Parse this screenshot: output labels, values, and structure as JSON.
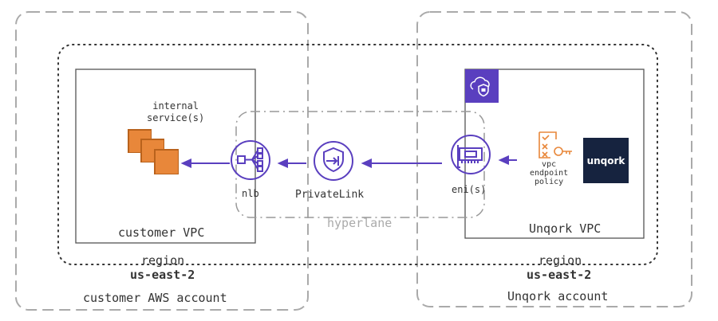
{
  "colors": {
    "purple": "#5a3fbf",
    "aws_orange": "#e8873a",
    "aws_orange_dark": "#b9621c",
    "logo_bg": "#16233f",
    "border_dashed": "#aaaaaa",
    "border_solid": "#555555",
    "text": "#333333",
    "hyperlane_text": "#aaaaaa",
    "policy_orange": "#e8873a"
  },
  "customer_account": {
    "label": "customer AWS account",
    "region_label": "region",
    "region_name": "us-east-2",
    "vpc_label": "customer VPC",
    "internal_services_label": "internal\nservice(s)",
    "nlb_label": "nlb"
  },
  "hyperlane": {
    "label": "hyperlane",
    "privatelink_label": "PrivateLink"
  },
  "unqork_account": {
    "label": "Unqork account",
    "region_label": "region",
    "region_name": "us-east-2",
    "vpc_label": "Unqork VPC",
    "eni_label": "eni(s)",
    "policy_label": "vpc\nendpoint\npolicy",
    "logo_text": "unqork"
  },
  "icons": [
    "vpc-shield-icon",
    "internal-services-icon",
    "nlb-icon",
    "privatelink-icon",
    "eni-icon",
    "vpc-endpoint-policy-icon",
    "unqork-logo"
  ]
}
